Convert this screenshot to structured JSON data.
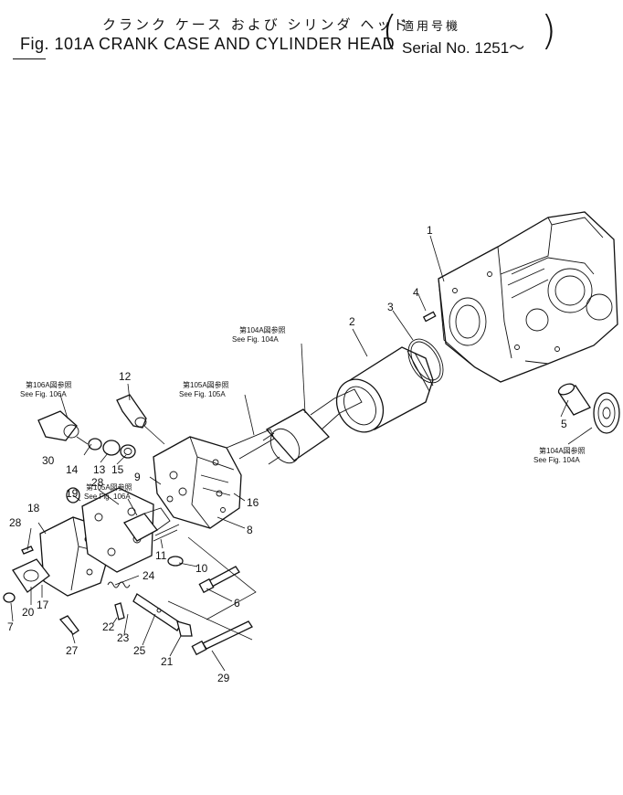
{
  "header": {
    "title_jp": "クランク ケース および シリンダ ヘッド",
    "title_en": "Fig. 101A CRANK CASE AND CYLINDER HEAD",
    "serial_jp": "適用号機",
    "serial_en": "Serial No. 1251～"
  },
  "references": {
    "fig104a_top": {
      "jp": "第104A図参照",
      "en": "See Fig. 104A"
    },
    "fig105a_mid": {
      "jp": "第105A図参照",
      "en": "See Fig. 105A"
    },
    "fig106a_left": {
      "jp": "第106A図参照",
      "en": "See Fig. 106A"
    },
    "fig105a_low": {
      "jp": "第105A図参照",
      "en": "See Fig. 106A"
    },
    "fig104a_right": {
      "jp": "第104A図参照",
      "en": "See Fig. 104A"
    }
  },
  "part_numbers": {
    "p1": "1",
    "p2": "2",
    "p3": "3",
    "p4": "4",
    "p5": "5",
    "p6": "6",
    "p7": "7",
    "p8": "8",
    "p9": "9",
    "p10": "10",
    "p11": "11",
    "p12": "12",
    "p13": "13",
    "p14": "14",
    "p15": "15",
    "p16": "16",
    "p17": "17",
    "p18": "18",
    "p19": "19",
    "p20": "20",
    "p21": "21",
    "p22": "22",
    "p23": "23",
    "p24": "24",
    "p25": "25",
    "p27": "27",
    "p28a": "28",
    "p28b": "28",
    "p29": "29",
    "p30": "30"
  }
}
